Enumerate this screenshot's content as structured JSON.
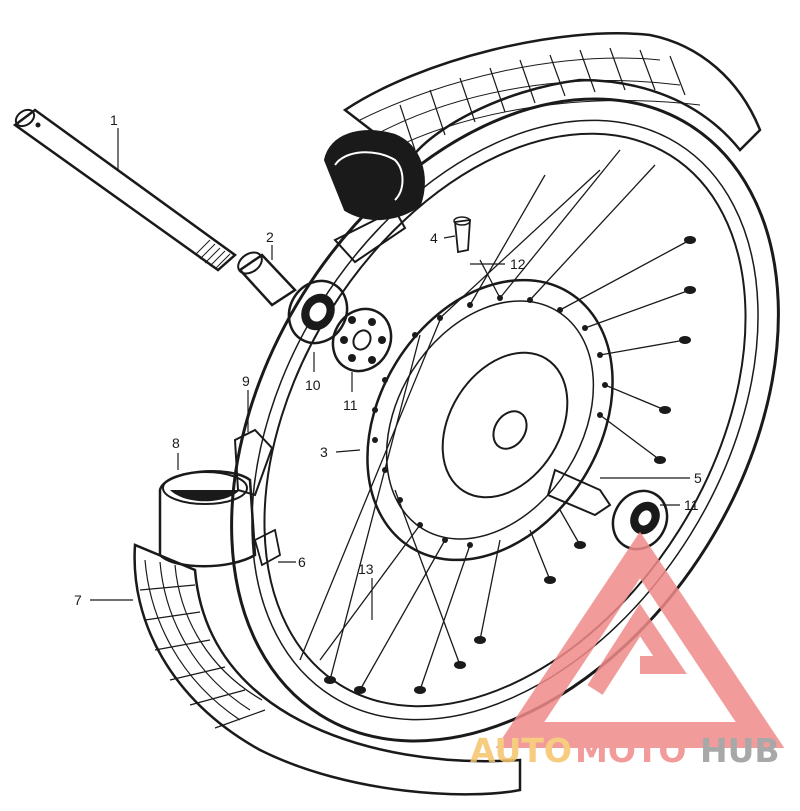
{
  "callouts": [
    {
      "id": "1",
      "text": "1"
    },
    {
      "id": "2",
      "text": "2"
    },
    {
      "id": "3",
      "text": "3"
    },
    {
      "id": "4",
      "text": "4"
    },
    {
      "id": "5",
      "text": "5"
    },
    {
      "id": "6",
      "text": "6"
    },
    {
      "id": "7",
      "text": "7"
    },
    {
      "id": "8",
      "text": "8"
    },
    {
      "id": "9",
      "text": "9"
    },
    {
      "id": "10",
      "text": "10"
    },
    {
      "id": "11a",
      "text": "11"
    },
    {
      "id": "11b",
      "text": "11"
    },
    {
      "id": "12",
      "text": "12"
    },
    {
      "id": "13",
      "text": "13"
    }
  ],
  "watermark": {
    "part1": "AUTO",
    "part2": "MOTO",
    "part3": "HUB",
    "colors": {
      "logo": "#f08a8a",
      "auto": "#f5c46a",
      "moto": "#f08a8a",
      "hub": "#9a9a9a"
    }
  },
  "colors": {
    "ink": "#1a1a1a",
    "background": "#ffffff"
  }
}
